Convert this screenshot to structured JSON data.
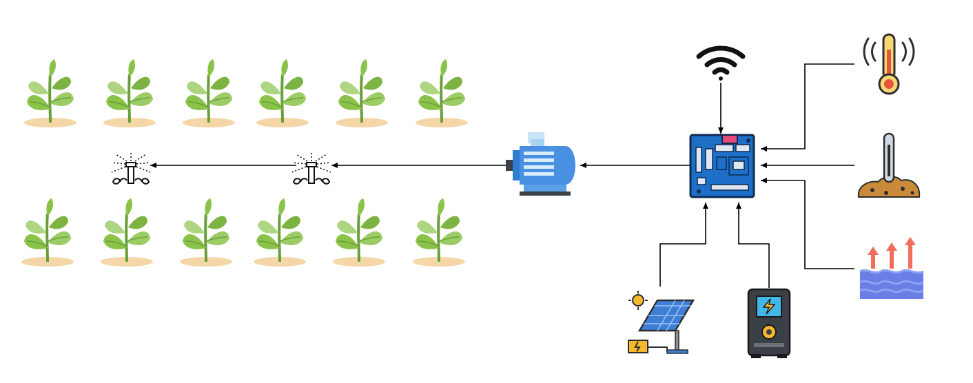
{
  "diagram": {
    "components": [
      {
        "id": "plants-top-row",
        "icon": "plant-icon",
        "count": 6
      },
      {
        "id": "plants-bottom-row",
        "icon": "plant-icon",
        "count": 6
      },
      {
        "id": "sprinkler-1",
        "icon": "sprinkler-icon"
      },
      {
        "id": "sprinkler-2",
        "icon": "sprinkler-icon"
      },
      {
        "id": "water-pump",
        "icon": "water-pump-icon"
      },
      {
        "id": "microcontroller-board",
        "icon": "circuit-board-icon"
      },
      {
        "id": "wifi",
        "icon": "wifi-icon"
      },
      {
        "id": "temperature-sensor",
        "icon": "thermometer-icon"
      },
      {
        "id": "soil-moisture-sensor",
        "icon": "soil-thermometer-icon"
      },
      {
        "id": "water-level-sensor",
        "icon": "water-level-icon"
      },
      {
        "id": "solar-panel",
        "icon": "solar-panel-icon"
      },
      {
        "id": "power-supply",
        "icon": "power-supply-icon"
      }
    ],
    "connections": [
      {
        "from": "wifi",
        "to": "microcontroller-board"
      },
      {
        "from": "temperature-sensor",
        "to": "microcontroller-board"
      },
      {
        "from": "soil-moisture-sensor",
        "to": "microcontroller-board"
      },
      {
        "from": "water-level-sensor",
        "to": "microcontroller-board"
      },
      {
        "from": "solar-panel",
        "to": "microcontroller-board"
      },
      {
        "from": "power-supply",
        "to": "microcontroller-board"
      },
      {
        "from": "microcontroller-board",
        "to": "water-pump"
      },
      {
        "from": "water-pump",
        "to": "sprinkler-2"
      },
      {
        "from": "sprinkler-2",
        "to": "sprinkler-1"
      }
    ],
    "colors": {
      "leaf_dark": "#7cb342",
      "leaf_light": "#aed581",
      "stem": "#689f38",
      "soil": "#f5d6a8",
      "board": "#1e6fc8",
      "pump": "#4a90e2",
      "thermo_body": "#f7d774",
      "thermo_red": "#e8553e",
      "water": "#6a7ee8",
      "arrow_up": "#f26d5b",
      "solar_blue": "#3d7fd6",
      "sun": "#f5b82e",
      "supply_dark": "#3b4046",
      "supply_screen": "#42b8e8",
      "soil_brown": "#c98a3a",
      "line": "#000000"
    }
  }
}
